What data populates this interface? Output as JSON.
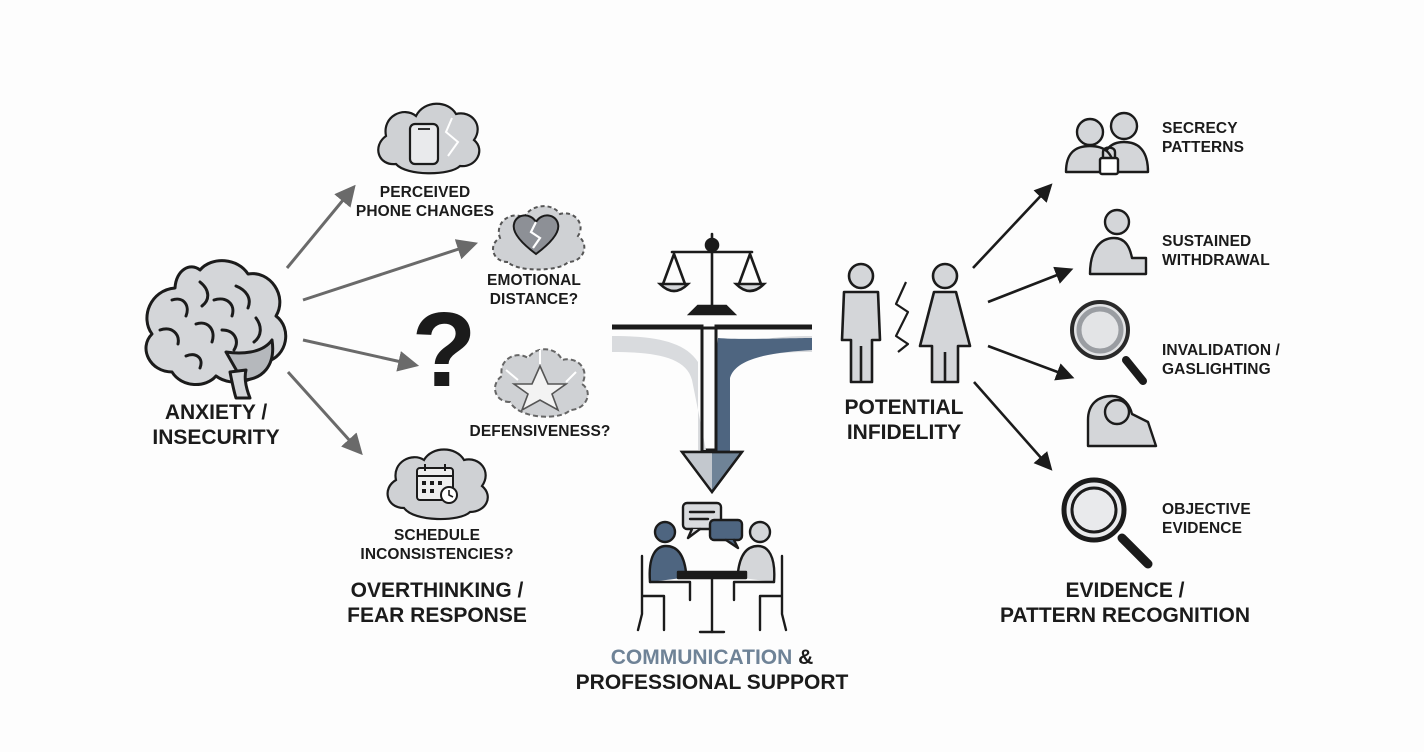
{
  "colors": {
    "ink": "#1b1b1b",
    "icon_fill": "#d4d6d9",
    "cloud_fill": "#cfd1d4",
    "arrow_gray": "#6a6a6a",
    "arrow_dark": "#1b1b1b",
    "accent_blue": "#4e6580",
    "accent_text": "#6f8397"
  },
  "left": {
    "brain_icon": "brain-icon",
    "anxiety": {
      "line1": "ANXIETY /",
      "line2": "INSECURITY"
    },
    "question_mark": "?",
    "phone": {
      "line1": "PERCEIVED",
      "line2": "PHONE CHANGES",
      "icon": "phone-cloud-icon"
    },
    "distance": {
      "line1": "EMOTIONAL",
      "line2": "DISTANCE?",
      "icon": "broken-heart-icon"
    },
    "defensive": {
      "line1": "DEFENSIVENESS?",
      "icon": "shattered-shield-icon"
    },
    "schedule": {
      "line1": "SCHEDULE",
      "line2": "INCONSISTENCIES?",
      "icon": "calendar-clock-icon"
    },
    "footer": {
      "line1": "OVERTHINKING /",
      "line2": "FEAR RESPONSE"
    }
  },
  "center": {
    "scale_icon": "balance-scale-icon",
    "fork_icon": "fork-arrow-icon",
    "meeting_icon": "meeting-table-icon",
    "footer": {
      "accent": "COMMUNICATION",
      "amp": " &",
      "line2": "PROFESSIONAL SUPPORT"
    }
  },
  "right": {
    "couple_icon": "couple-lightning-icon",
    "infidelity": {
      "line1": "POTENTIAL",
      "line2": "INFIDELITY"
    },
    "secrecy": {
      "line1": "SECRECY",
      "line2": "PATTERNS",
      "icon": "people-lock-icon"
    },
    "withdrawal": {
      "line1": "SUSTAINED",
      "line2": "WITHDRAWAL",
      "icon": "withdrawn-person-icon"
    },
    "gaslight": {
      "line1": "INVALIDATION /",
      "line2": "GASLIGHTING",
      "icon": "magnifier-icon"
    },
    "sad_person_icon": "sad-person-icon",
    "evidence": {
      "line1": "OBJECTIVE",
      "line2": "EVIDENCE",
      "icon": "magnifier-dark-icon"
    },
    "footer": {
      "line1": "EVIDENCE /",
      "line2": "PATTERN RECOGNITION"
    }
  }
}
